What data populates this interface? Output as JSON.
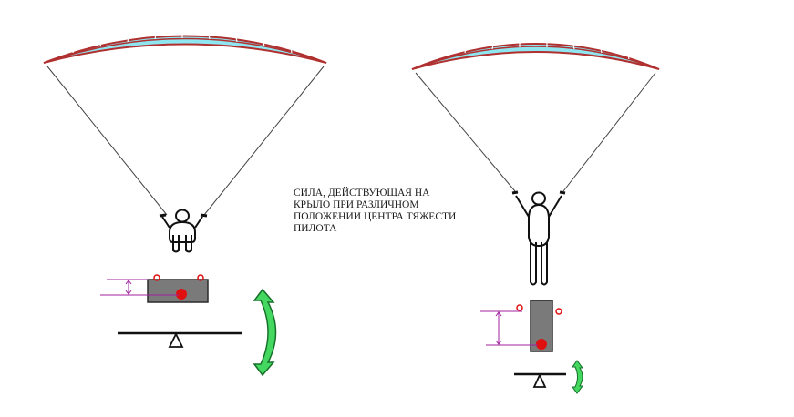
{
  "caption": {
    "lines": [
      "СИЛА, ДЕЙСТВУЮЩАЯ НА",
      "КРЫЛО ПРИ РАЗЛИЧНОМ",
      "ПОЛОЖЕНИИ ЦЕНТРА ТЯЖЕСТИ",
      "ПИЛОТА"
    ]
  },
  "colors": {
    "canopy_outline": "#b03030",
    "canopy_fill": "#8ee6f0",
    "lines": "#444444",
    "body_block": "#7a7a7a",
    "center_of_gravity": "#e01010",
    "dimension": "#a020a0",
    "rotation_arrow": "#44d860",
    "ink": "#111111"
  },
  "icons": [
    "paraglider-wing-icon",
    "seated-pilot-icon",
    "standing-pilot-icon",
    "balance-beam-icon",
    "curved-double-arrow-icon"
  ]
}
